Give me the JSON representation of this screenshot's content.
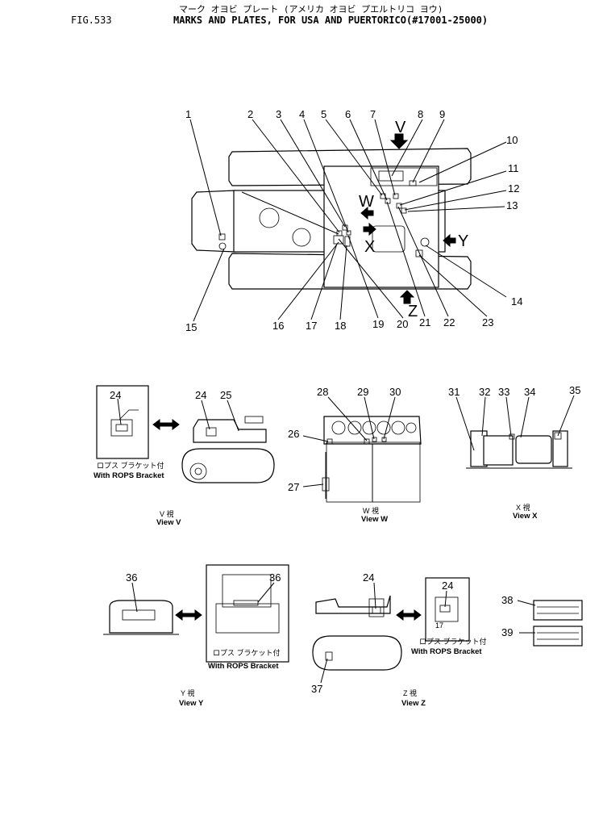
{
  "header": {
    "figure_no": "FIG.533",
    "title_jp": "マーク オヨビ プレート (アメリカ オヨビ プエルトリコ ヨウ)",
    "title_en": "MARKS AND PLATES, FOR USA AND PUERTORICO(#17001-25000)"
  },
  "callouts": [
    "1",
    "2",
    "3",
    "4",
    "5",
    "6",
    "7",
    "8",
    "9",
    "10",
    "11",
    "12",
    "13",
    "14",
    "15",
    "16",
    "17",
    "18",
    "19",
    "20",
    "21",
    "22",
    "23",
    "24",
    "24",
    "25",
    "26",
    "27",
    "28",
    "29",
    "30",
    "31",
    "32",
    "33",
    "34",
    "35",
    "36",
    "36",
    "24",
    "24",
    "37",
    "38",
    "39"
  ],
  "view_letters": [
    "V",
    "W",
    "X",
    "Y",
    "Z"
  ],
  "captions": {
    "rops_jp": "ロプス ブラケット付",
    "rops_en": "With ROPS Bracket",
    "view_v_jp": "V 視",
    "view_v_en": "View V",
    "view_w_jp": "W 視",
    "view_w_en": "View W",
    "view_x_jp": "X 視",
    "view_x_en": "View X",
    "view_y_jp": "Y 視",
    "view_y_en": "View Y",
    "view_z_jp": "Z 視",
    "view_z_en": "View Z"
  },
  "plate_text": "17"
}
